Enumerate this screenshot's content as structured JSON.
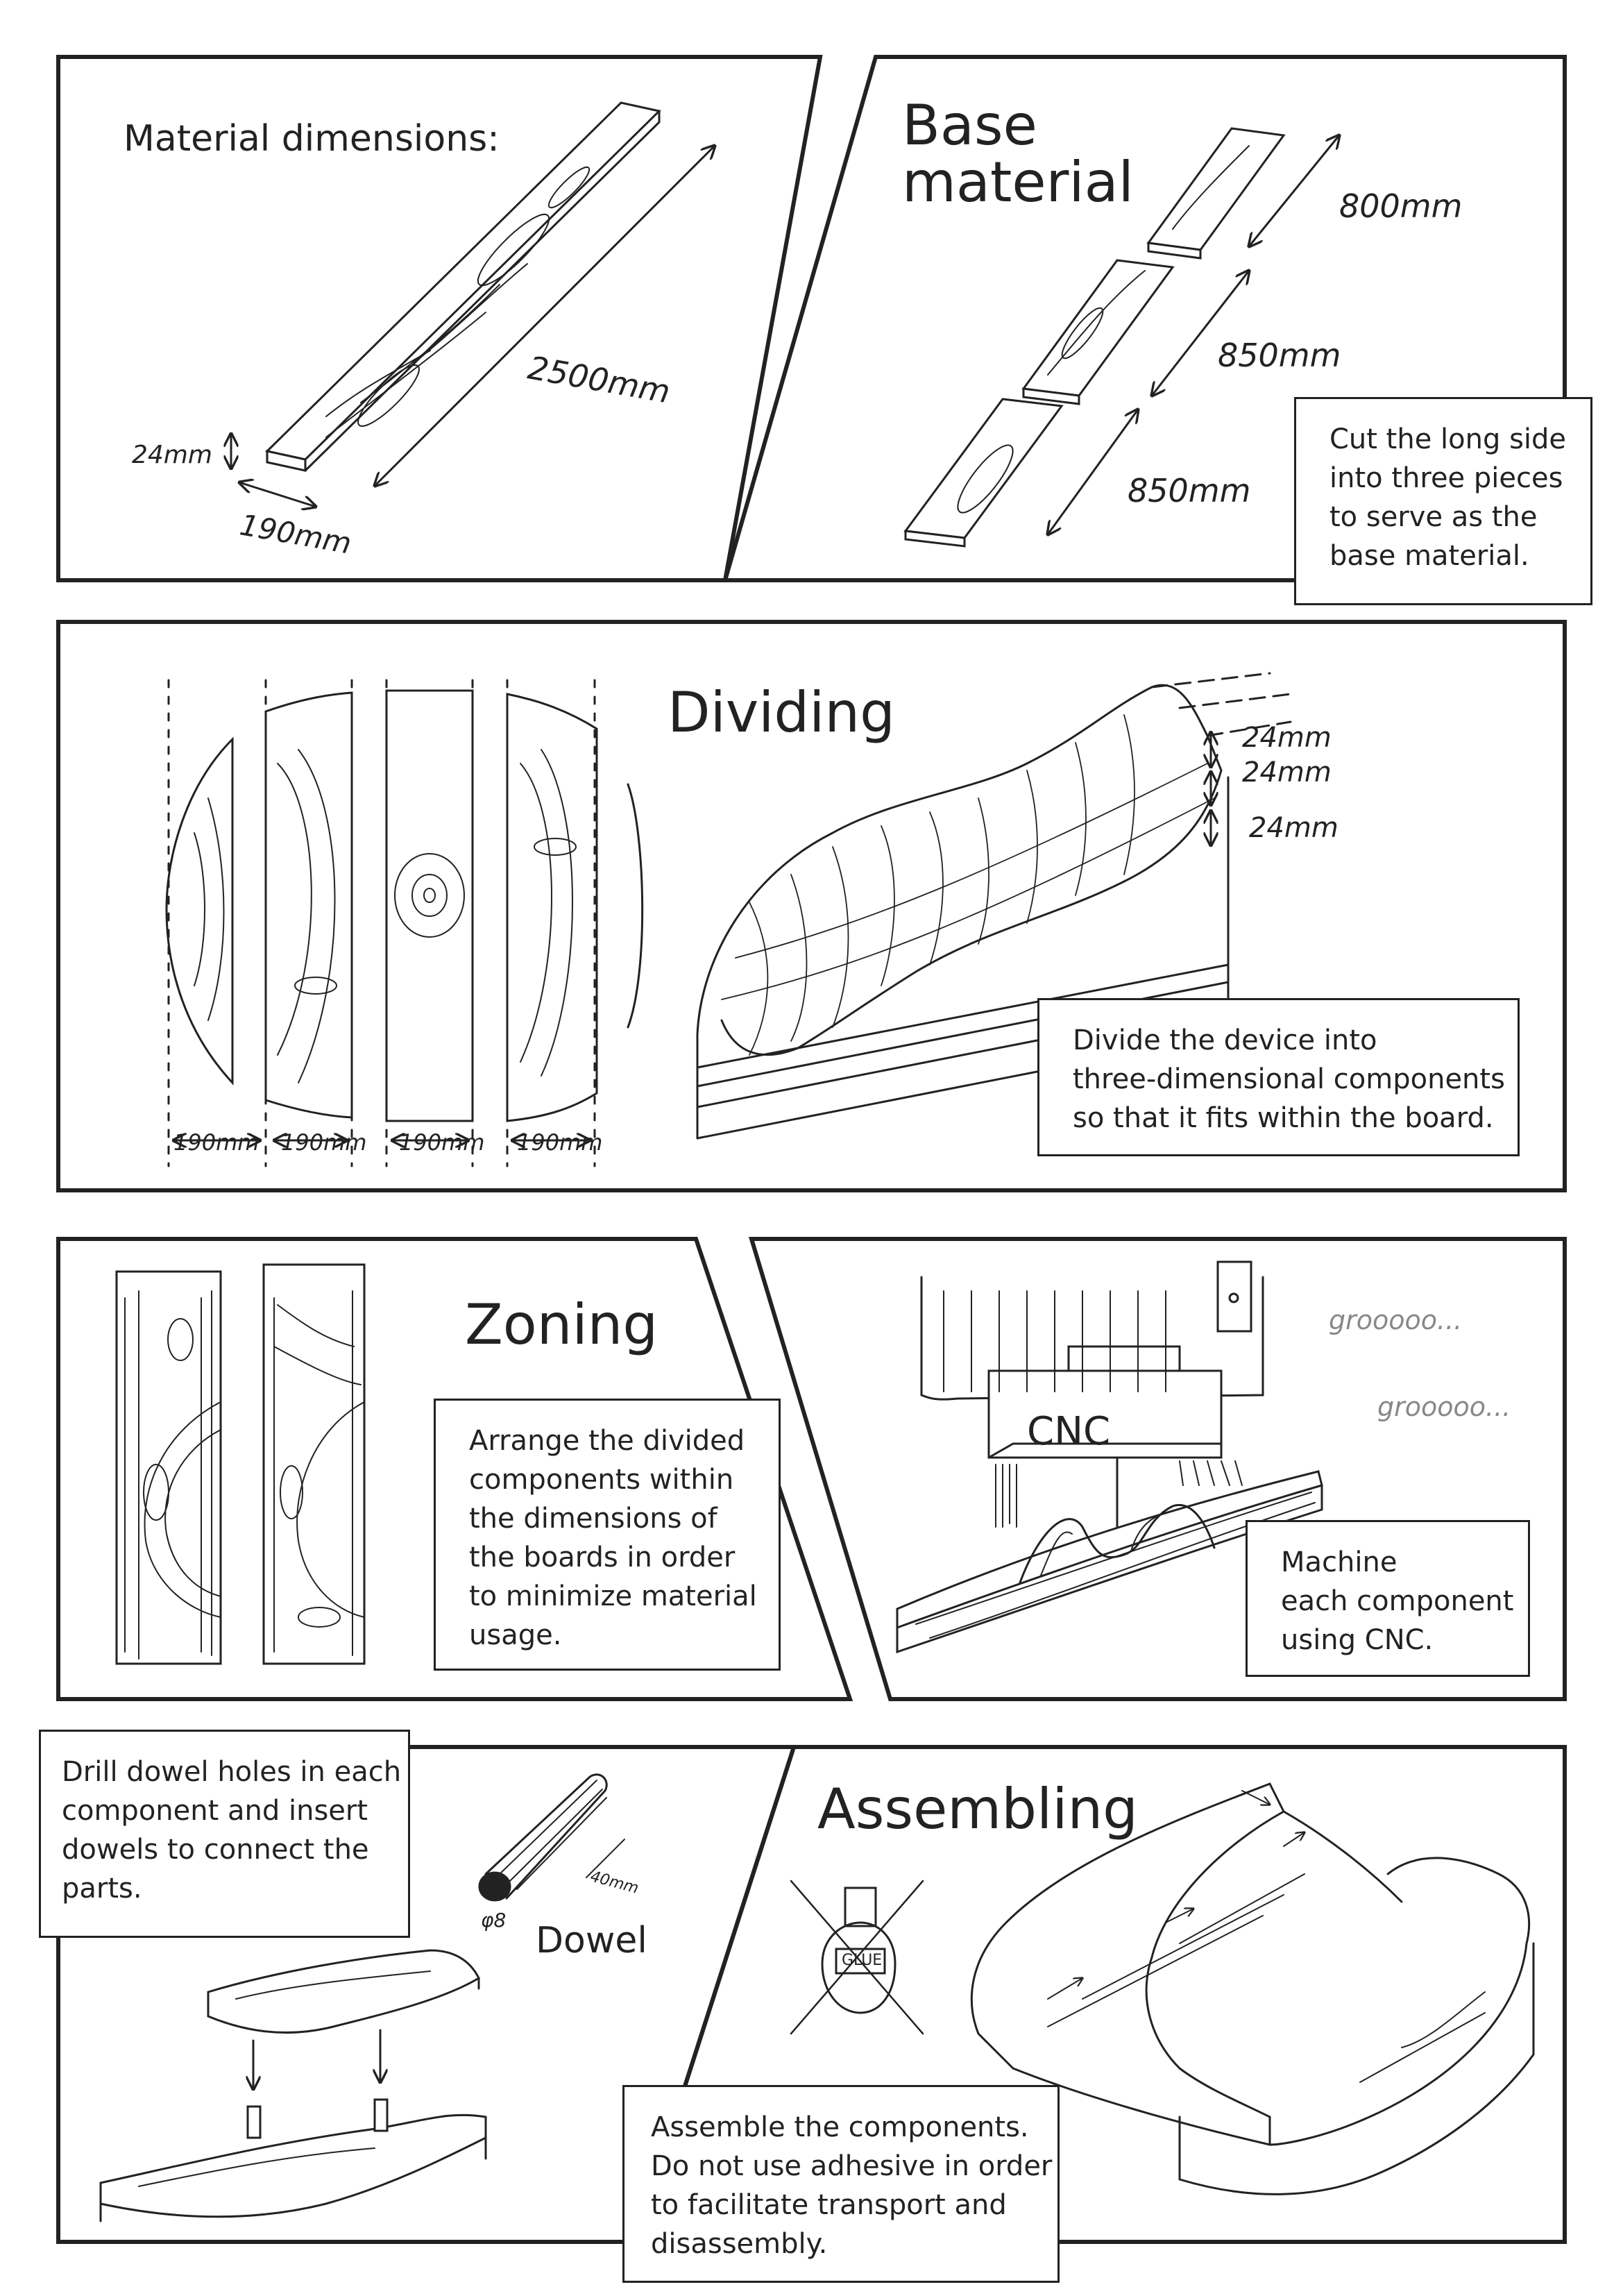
{
  "panel1": {
    "heading": "Material dimensions:",
    "length": "2500mm",
    "thickness": "24mm",
    "width": "190mm"
  },
  "panel2": {
    "title_line1": "Base",
    "title_line2": "material",
    "piece1": "800mm",
    "piece2": "850mm",
    "piece3": "850mm",
    "caption": [
      "Cut the long side",
      "into three pieces",
      "to serve as the",
      "base material."
    ]
  },
  "panel3": {
    "title": "Dividing",
    "layer_labels": [
      "24mm",
      "24mm",
      "24mm"
    ],
    "slice_labels": [
      "190mm",
      "190mm",
      "190mm",
      "190mm"
    ],
    "caption": [
      "Divide the device into",
      "three-dimensional components",
      "so that it fits within the board."
    ]
  },
  "panel4": {
    "title": "Zoning",
    "caption": [
      "Arrange the divided",
      "components within",
      "the dimensions of",
      "the boards in order",
      "to minimize material",
      "usage."
    ]
  },
  "panel5": {
    "machine_label": "CNC",
    "sfx1": "grooooo...",
    "sfx2": "grooooo...",
    "caption": [
      "Machine",
      "each component",
      "using CNC."
    ]
  },
  "panel6": {
    "dowel_label": "Dowel",
    "dowel_diameter": "φ8",
    "dowel_length": "40mm",
    "caption": [
      "Drill dowel holes in each",
      "component and insert",
      "dowels to connect the",
      "parts."
    ]
  },
  "panel7": {
    "title": "Assembling",
    "glue_label": "GLUE",
    "caption": [
      "Assemble the components.",
      "Do not use adhesive in order",
      "to facilitate transport and",
      "disassembly."
    ]
  },
  "colors": {
    "ink": "#222222",
    "sfx": "#888888",
    "paper": "#ffffff"
  }
}
